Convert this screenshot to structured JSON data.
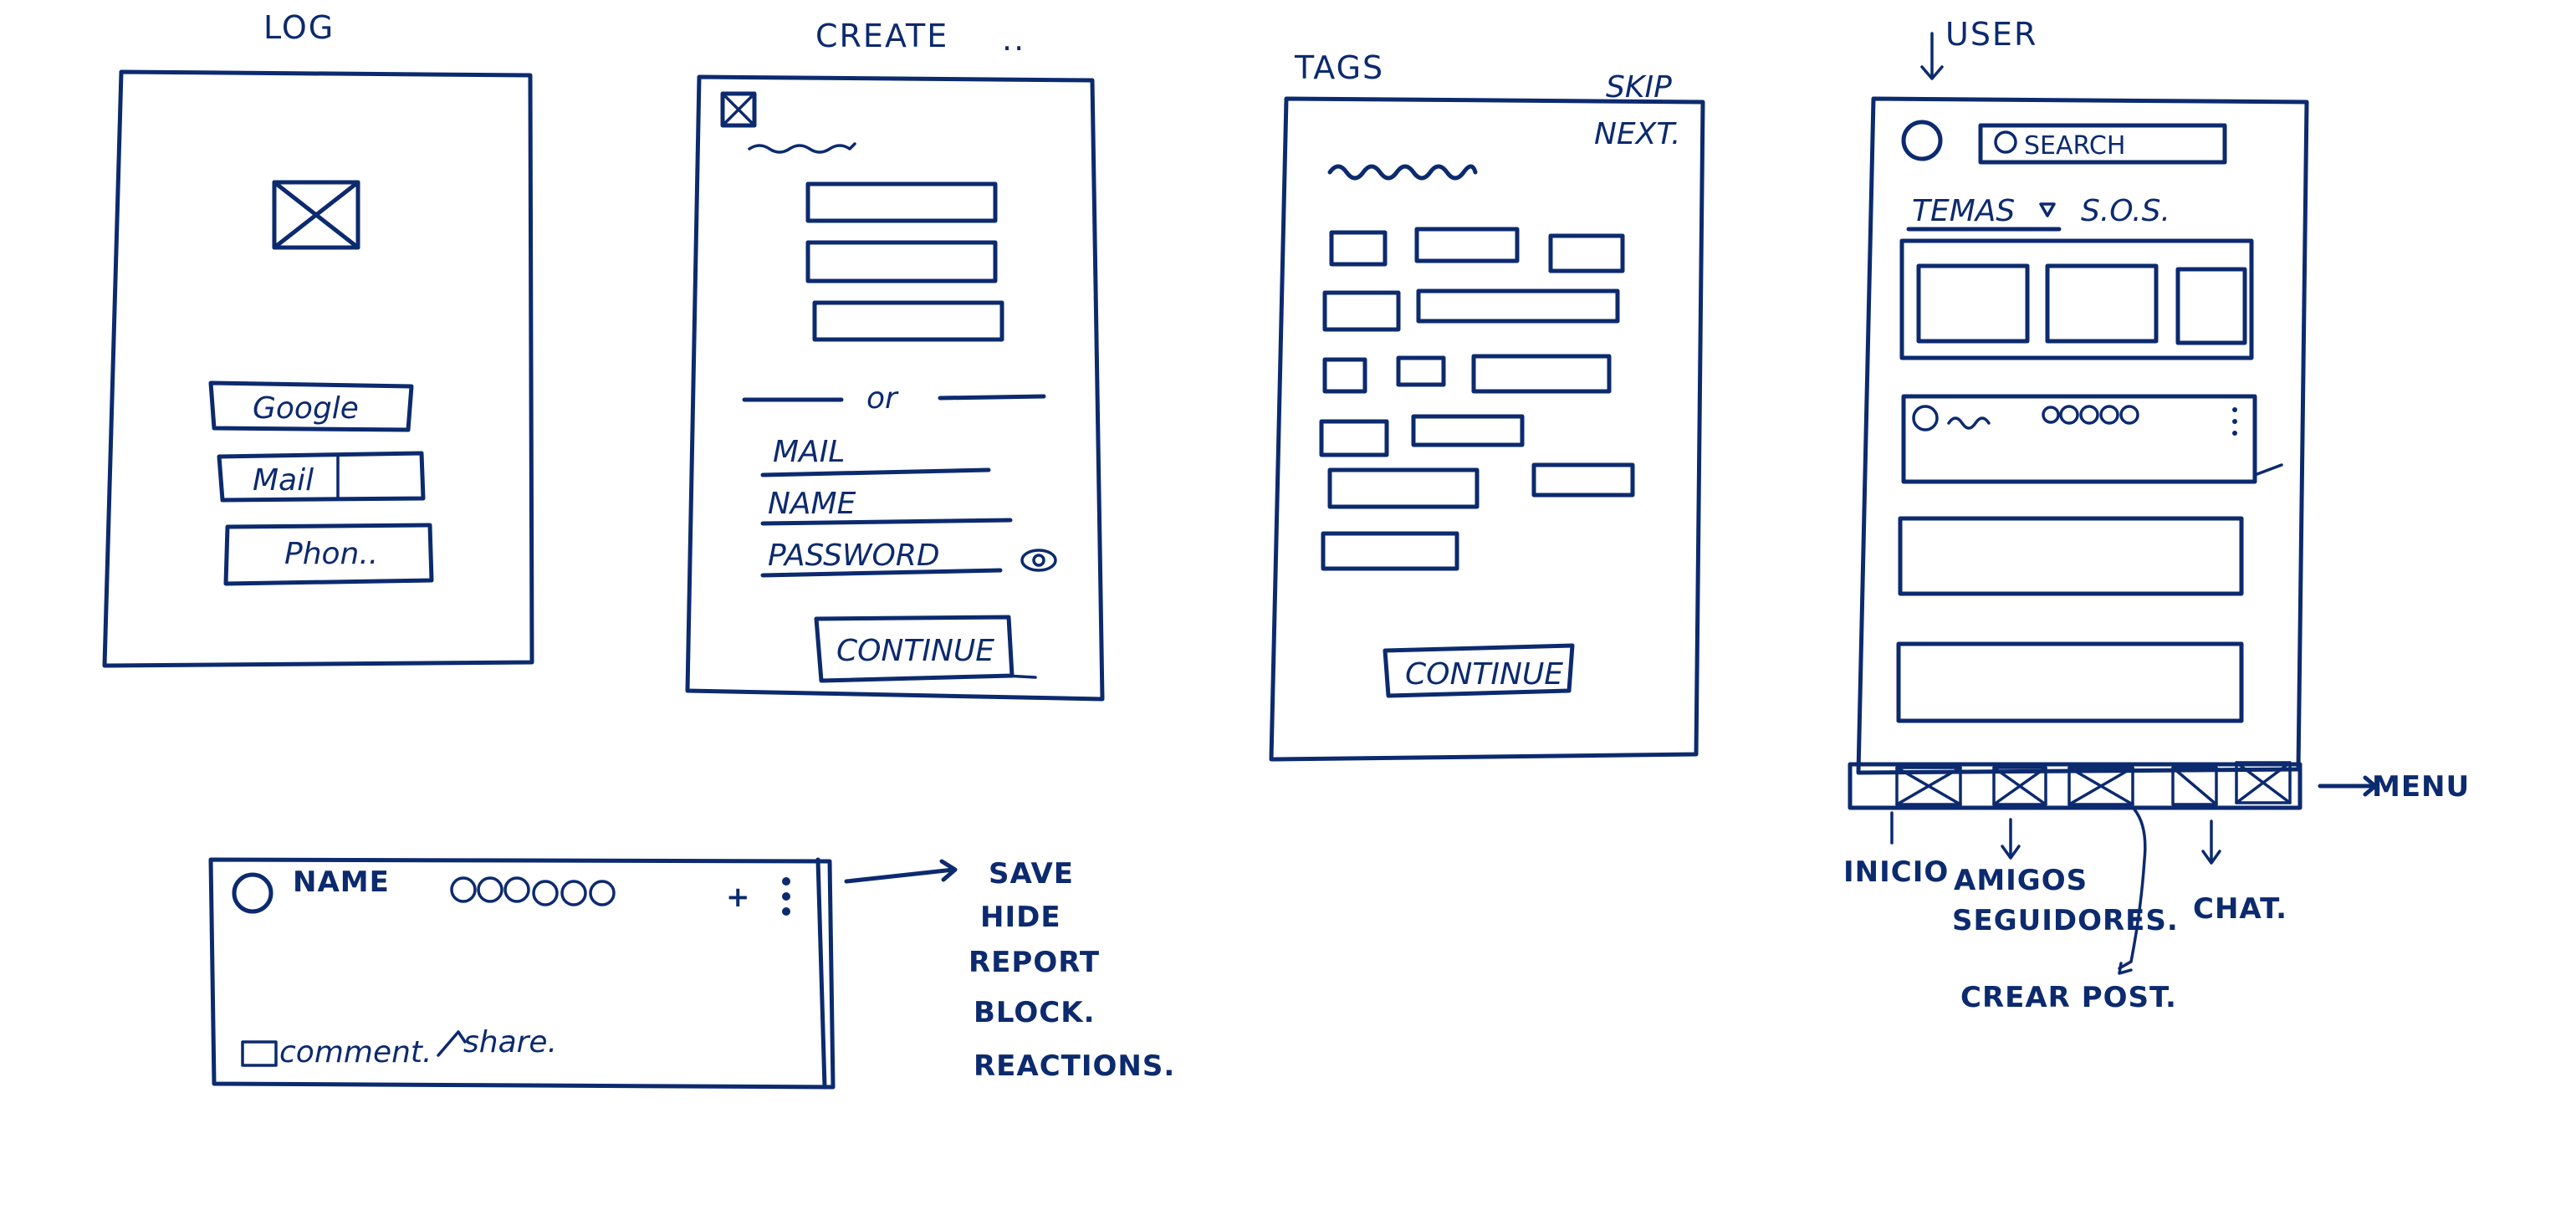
{
  "colors": {
    "ink": "#0c2a6e",
    "paper": "#ffffff"
  },
  "screens": {
    "log": {
      "title": "LOG",
      "buttons": [
        "Google",
        "Mail",
        "Phon.."
      ]
    },
    "create": {
      "title": "CREATE",
      "divider_text": "or",
      "fields": [
        "MAIL",
        "NAME",
        "PASSWORD"
      ],
      "continue_label": "CONTINUE"
    },
    "tags": {
      "title": "TAGS",
      "skip_label": "SKIP",
      "next_label": "NEXT.",
      "continue_label": "CONTINUE"
    },
    "user": {
      "title": "USER",
      "search_label": "SEARCH",
      "tab_temas": "TEMAS",
      "tab_sos": "S.O.S.",
      "menu_label": "MENU",
      "nav_inicio": "INICIO",
      "nav_amigos": "AMIGOS",
      "nav_seguidores": "SEGUIDORES.",
      "nav_crear_post": "CREAR POST.",
      "nav_chat": "CHAT."
    }
  },
  "post_card": {
    "name_label": "NAME",
    "plus": "+",
    "comment_label": "comment.",
    "share_label": "share.",
    "options": [
      "SAVE",
      "HIDE",
      "REPORT",
      "BLOCK.",
      "REACTIONS."
    ]
  }
}
